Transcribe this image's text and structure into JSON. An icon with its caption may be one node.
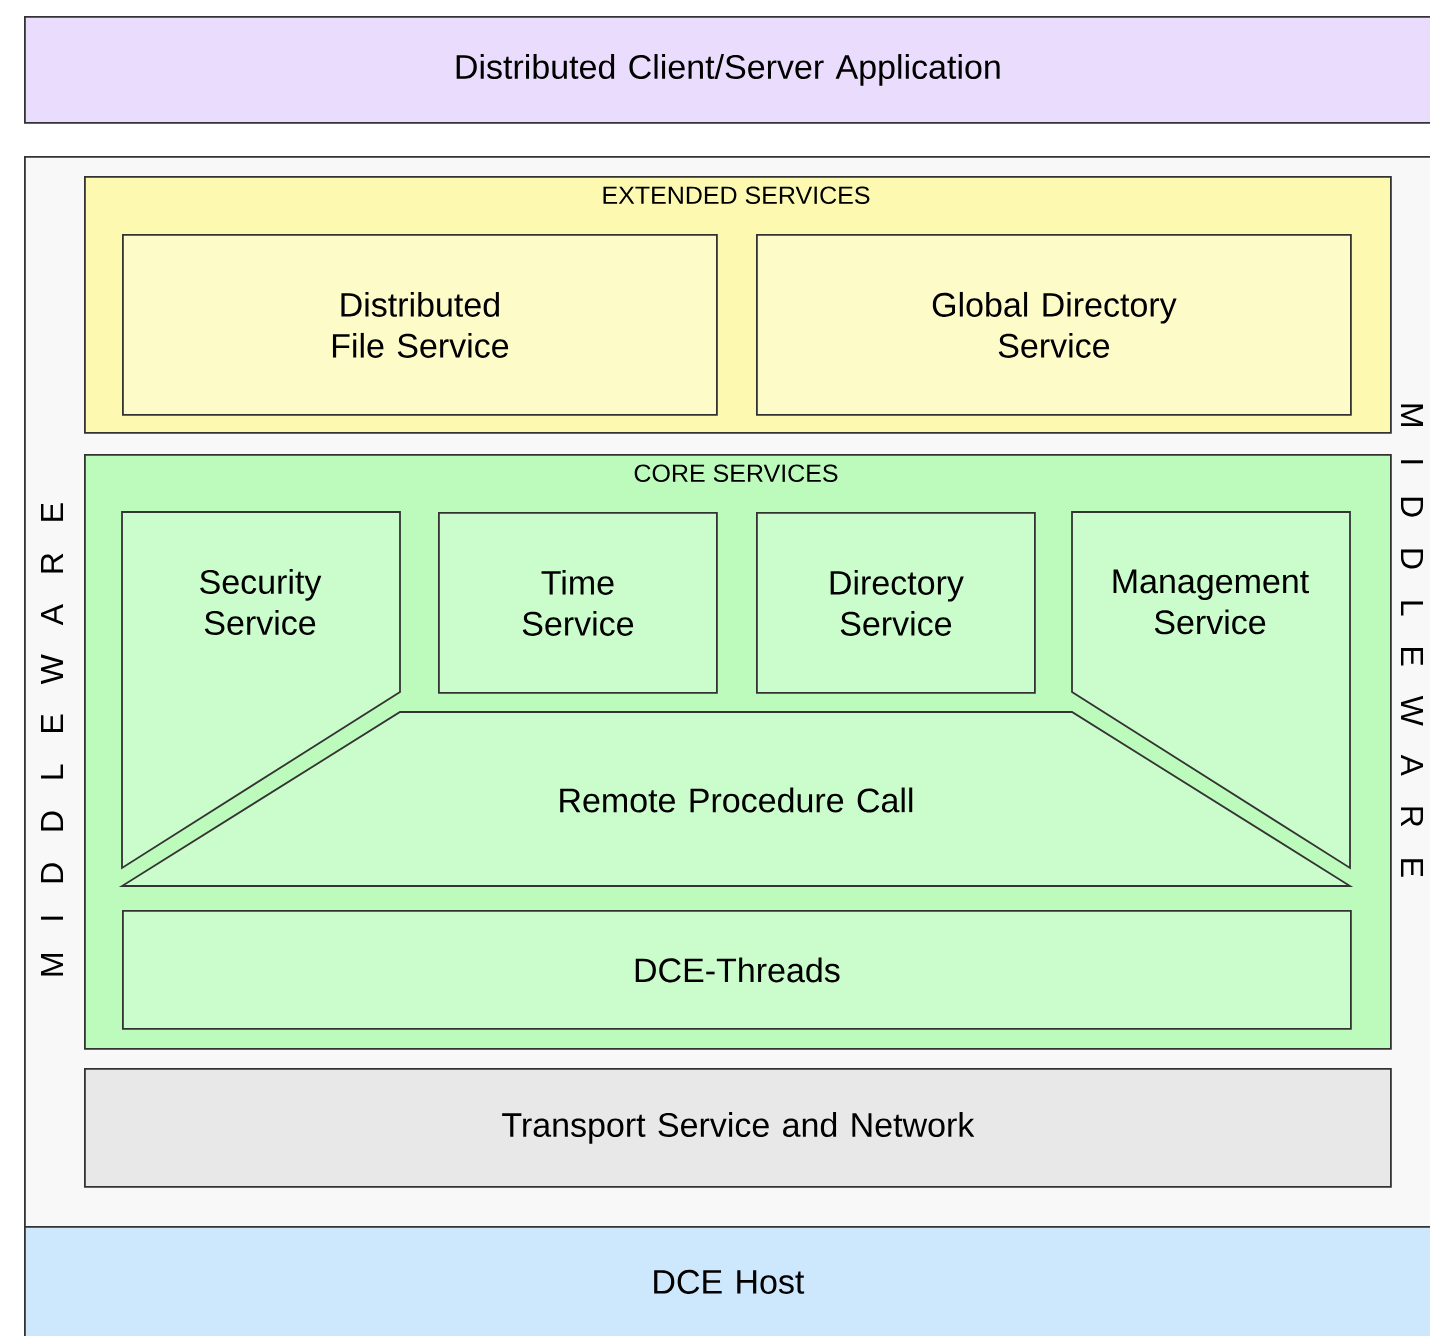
{
  "diagram": {
    "nodes": [
      {
        "text": [
          "Distributed Client/Server Application"
        ]
      },
      {
        "text": [
          "M I D D L E W A R E",
          "M I D D L E W A R E"
        ]
      },
      {
        "text": [
          "EXTENDED SERVICES"
        ],
        "in": 1
      },
      {
        "text": [
          "Distributed File Service"
        ],
        "in": 2
      },
      {
        "text": [
          "Global Directory Service"
        ],
        "in": 2
      },
      {
        "text": [
          "CORE SERVICES"
        ],
        "in": 1
      },
      {
        "text": [
          "Security Service"
        ],
        "in": 5
      },
      {
        "text": [
          "Time Service"
        ],
        "in": 5
      },
      {
        "text": [
          "Directory Service"
        ],
        "in": 5
      },
      {
        "text": [
          "Management Service"
        ],
        "in": 5
      },
      {
        "text": [
          "Remote Procedure Call"
        ],
        "in": 5
      },
      {
        "text": [
          "DCE-Threads"
        ],
        "in": 5
      },
      {
        "text": [
          "Transport Service and Network"
        ],
        "in": 1
      },
      {
        "text": [
          "DCE Host"
        ]
      }
    ]
  }
}
